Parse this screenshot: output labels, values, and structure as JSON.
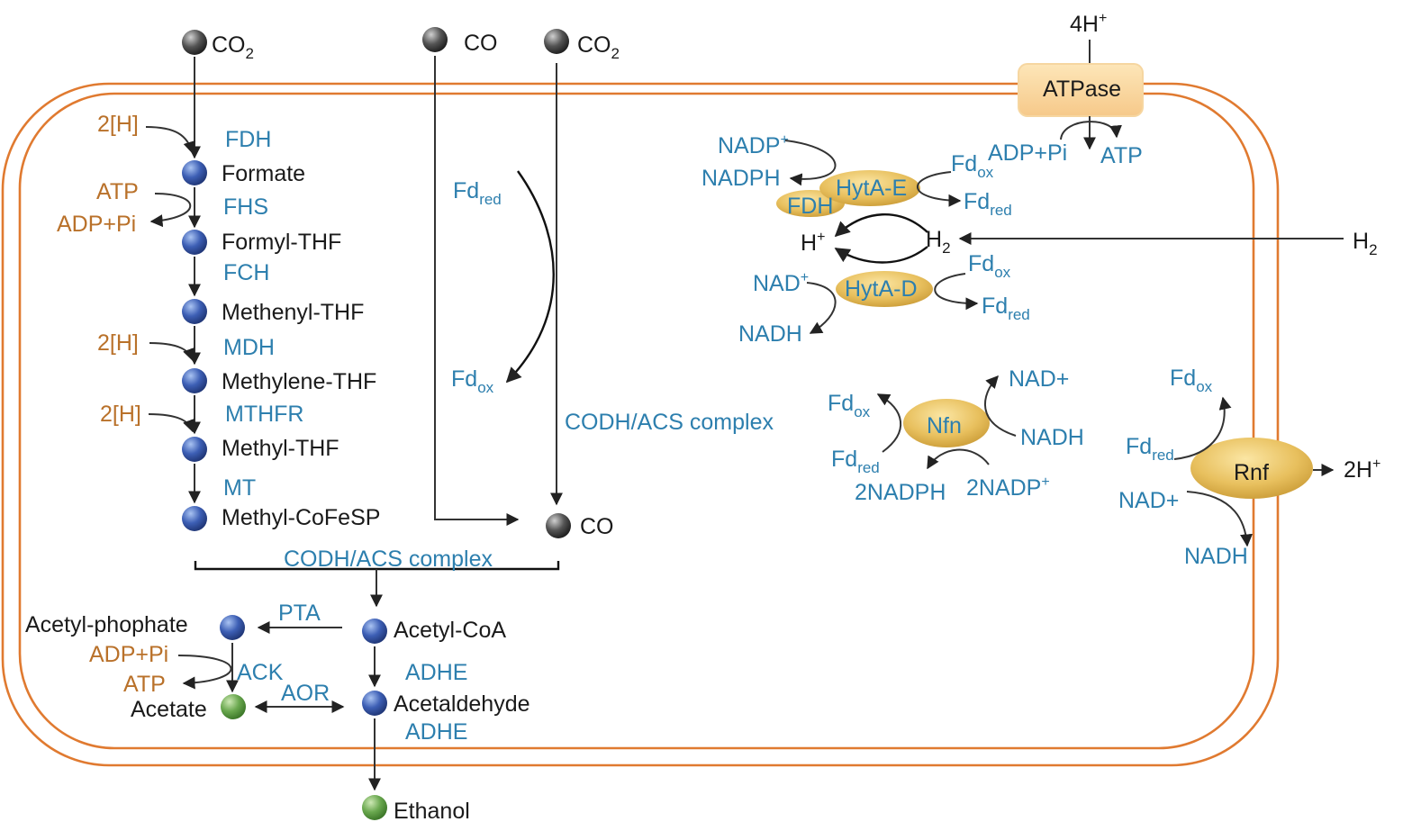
{
  "colors": {
    "membrane": "#e07a30",
    "enzyme_text": "#2d7fae",
    "reducing_text": "#b9712a",
    "metabolite_text": "#1a1a1a",
    "node_blue": "#3d5fb5",
    "node_gray": "#555555",
    "node_green": "#6aa84f",
    "enzyme_blob": "#e8c05e"
  },
  "external": {
    "co2_left": "CO",
    "co": "CO",
    "co2_right": "CO",
    "co2_sub": "2",
    "h2_out": "H",
    "h2_sub": "2",
    "protons_in": "4H",
    "protons_sup": "+"
  },
  "wood_ljungdahl": {
    "metabolites": [
      "Formate",
      "Formyl-THF",
      "Methenyl-THF",
      "Methylene-THF",
      "Methyl-THF",
      "Methyl-CoFeSP"
    ],
    "enzymes": [
      "FDH",
      "FHS",
      "FCH",
      "MDH",
      "MTHFR",
      "MT"
    ],
    "cofactors": {
      "h1": "2[H]",
      "atp": "ATP",
      "adp": "ADP+Pi",
      "h2": "2[H]",
      "h3": "2[H]"
    }
  },
  "carbonyl_branch": {
    "fd_red": "Fd",
    "red_sub": "red",
    "fd_ox": "Fd",
    "ox_sub": "ox",
    "enzyme": "CODH/ACS complex",
    "product": "CO"
  },
  "junction_enzyme": "CODH/ACS complex",
  "products": {
    "acetyl_coa": "Acetyl-CoA",
    "acetyl_phosphate": "Acetyl-phophate",
    "acetate": "Acetate",
    "acetaldehyde": "Acetaldehyde",
    "ethanol": "Ethanol",
    "pta": "PTA",
    "ack": "ACK",
    "aor": "AOR",
    "adhe1": "ADHE",
    "adhe2": "ADHE",
    "adp": "ADP+Pi",
    "atp": "ATP"
  },
  "energy": {
    "atpase": "ATPase",
    "atpase_adp": "ADP+Pi",
    "atpase_atp": "ATP",
    "hyta_e": "HytA-E",
    "fdh": "FDH",
    "nadp_plus": "NADP",
    "plus_sup": "+",
    "nadph": "NADPH",
    "e_fd_ox": "Fd",
    "e_fd_red": "Fd",
    "h_plus": "H",
    "h2_in": "H",
    "hyta_d": "HytA-D",
    "nad_plus": "NAD",
    "nadh": "NADH",
    "d_fd_ox": "Fd",
    "d_fd_red": "Fd",
    "nfn": "Nfn",
    "nfn_fd_ox": "Fd",
    "nfn_fd_red": "Fd",
    "nfn_nad": "NAD+",
    "nfn_nadh": "NADH",
    "nfn_nadph": "2NADPH",
    "nfn_nadp": "2NADP",
    "rnf": "Rnf",
    "rnf_fd_ox": "Fd",
    "rnf_fd_red": "Fd",
    "rnf_nad": "NAD+",
    "rnf_nadh": "NADH",
    "rnf_h": "2H"
  }
}
